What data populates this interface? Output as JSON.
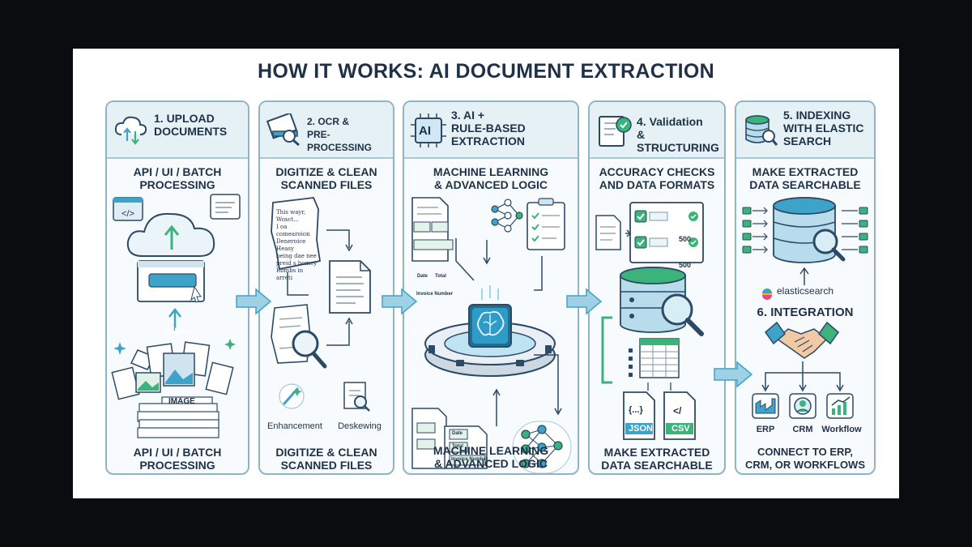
{
  "title": "HOW IT WORKS: AI DOCUMENT EXTRACTION",
  "colors": {
    "accent": "#3ea3c9",
    "green": "#3bb37a",
    "navy": "#1f3147",
    "panel_border": "#8fb4c7"
  },
  "steps": [
    {
      "heading": "1. UPLOAD\nDOCUMENTS",
      "icon": "cloud-sync-icon",
      "subtitle": "API / UI / BATCH\nPROCESSING",
      "caption": "API / UI / BATCH\nPROCESSING",
      "upload_button": "Upload",
      "image_badge": "IMAGE"
    },
    {
      "heading": "2. OCR &\nPRE-PROCESSING",
      "icon": "scanner-icon",
      "subtitle": "DIGITIZE & CLEAN\nSCANNED FILES",
      "caption": "DIGITIZE & CLEAN\nSCANNED FILES",
      "scan_text": "This wayr,\nWosct...\nI oa comearoion\nDeneroice Heasy\nbeing dae nee\npreid s bomey\nRombs in arreti",
      "tools": [
        "Enhancement",
        "Deskewing"
      ]
    },
    {
      "heading": "3. AI +\nRULE-BASED\nEXTRACTION",
      "icon": "ai-chip-icon",
      "icon_text": "AI",
      "subtitle": "MACHINE LEARNING\n& ADVANCED LOGIC",
      "caption": "MACHINE LEARNING\n& ADVANCED LOGIC",
      "fields": [
        "Date",
        "Total",
        "Invoice Number"
      ]
    },
    {
      "heading": "4. Validation\n& STRUCTURING",
      "icon": "checklist-icon",
      "subtitle": "ACCURACY CHECKS\nAND DATA FORMATS",
      "caption": "MAKE EXTRACTED\nDATA SEARCHABLE",
      "check_values": [
        "500",
        "500"
      ],
      "formats": [
        "JSON",
        "CSV"
      ],
      "format_glyphs": [
        "{...}",
        "</"
      ]
    },
    {
      "heading": "5. INDEXING\nWITH ELASTIC\nSEARCH",
      "icon": "database-icon",
      "subtitle": "MAKE EXTRACTED\nDATA SEARCHABLE",
      "brand": "elasticsearch",
      "integration_title": "6. INTEGRATION",
      "integrations": [
        "ERP",
        "CRM",
        "Workflow"
      ],
      "caption": "CONNECT TO ERP,\nCRM, OR WORKFLOWS"
    }
  ]
}
